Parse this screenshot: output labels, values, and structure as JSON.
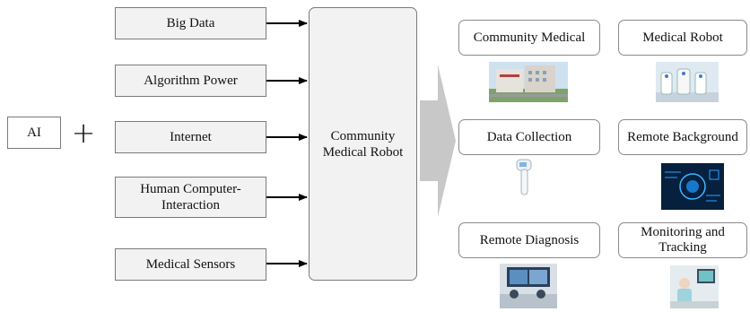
{
  "ai_label": "AI",
  "plus_symbol": "+",
  "inputs": [
    "Big Data",
    "Algorithm Power",
    "Internet",
    "Human Computer-\nInteraction",
    "Medical Sensors"
  ],
  "center_label": "Community\nMedical Robot",
  "applications": [
    "Community Medical",
    "Medical Robot",
    "Data Collection",
    "Remote Background",
    "Remote Diagnosis",
    "Monitoring and\nTracking"
  ],
  "colors": {
    "box_fill": "#f2f2f2",
    "border": "#7a7a7a",
    "big_arrow": "#c8c8c8"
  }
}
